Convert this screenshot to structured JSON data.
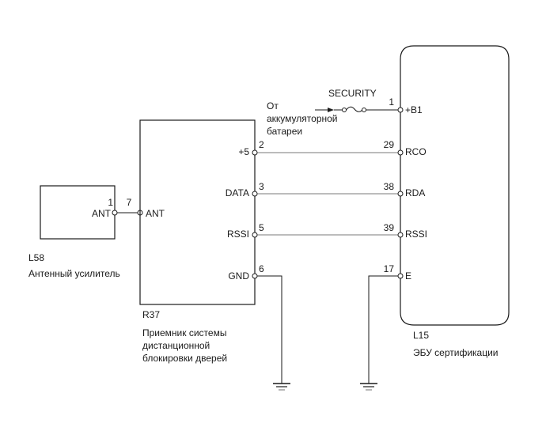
{
  "components": {
    "antenna_amp": {
      "code": "L58",
      "name": "Антенный усилитель",
      "pin": {
        "number": "1",
        "label": "ANT"
      }
    },
    "receiver": {
      "code": "R37",
      "name_lines": [
        "Приемник системы",
        "дистанционной",
        "блокировки дверей"
      ],
      "pins": [
        {
          "number": "7",
          "label": "ANT"
        },
        {
          "number": "2",
          "label": "+5"
        },
        {
          "number": "3",
          "label": "DATA"
        },
        {
          "number": "5",
          "label": "RSSI"
        },
        {
          "number": "6",
          "label": "GND"
        }
      ]
    },
    "ecu": {
      "code": "L15",
      "name": "ЭБУ сертификации",
      "pins": [
        {
          "number": "1",
          "label": "+B1"
        },
        {
          "number": "29",
          "label": "RCO"
        },
        {
          "number": "38",
          "label": "RDA"
        },
        {
          "number": "39",
          "label": "RSSI"
        },
        {
          "number": "17",
          "label": "E"
        }
      ]
    }
  },
  "power_source": {
    "fuse_label": "SECURITY",
    "source_lines": [
      "От",
      "аккумуляторной",
      "батареи"
    ]
  },
  "connections": [
    {
      "from": "L58-1 ANT",
      "to": "R37-7 ANT"
    },
    {
      "from": "R37-2 +5",
      "to": "L15-29 RCO"
    },
    {
      "from": "R37-3 DATA",
      "to": "L15-38 RDA"
    },
    {
      "from": "R37-5 RSSI",
      "to": "L15-39 RSSI"
    },
    {
      "from": "R37-6 GND",
      "to": "ground"
    },
    {
      "from": "L15-17 E",
      "to": "ground"
    },
    {
      "from": "battery via SECURITY fuse",
      "to": "L15-1 +B1"
    }
  ]
}
